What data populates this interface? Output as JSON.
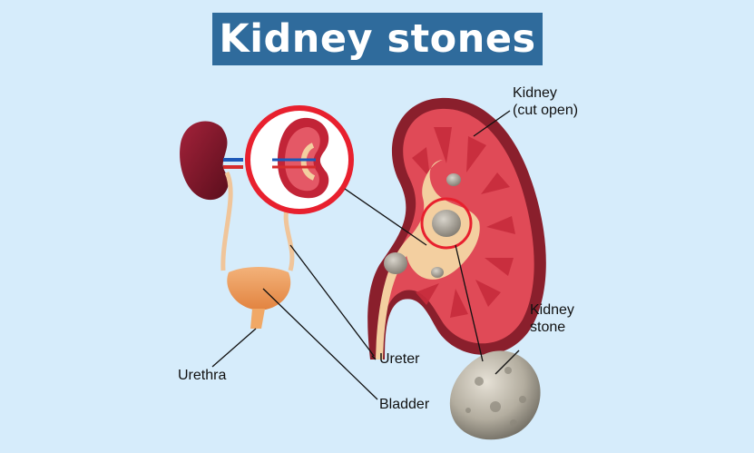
{
  "title": "Kidney stones",
  "labels": {
    "kidney_cut_open": [
      "Kidney",
      "(cut open)"
    ],
    "kidney_stone": [
      "Kidney",
      "stone"
    ],
    "ureter": "Ureter",
    "urethra": "Urethra",
    "bladder": "Bladder"
  },
  "colors": {
    "background": "#d6ecfb",
    "banner": "#2f6b9c",
    "kidney_outer": "#8a1f2c",
    "kidney_cortex": "#e04a57",
    "pelvis": "#f3cfa0",
    "highlight_ring": "#e8202e",
    "stone": "#b9b3a6"
  }
}
